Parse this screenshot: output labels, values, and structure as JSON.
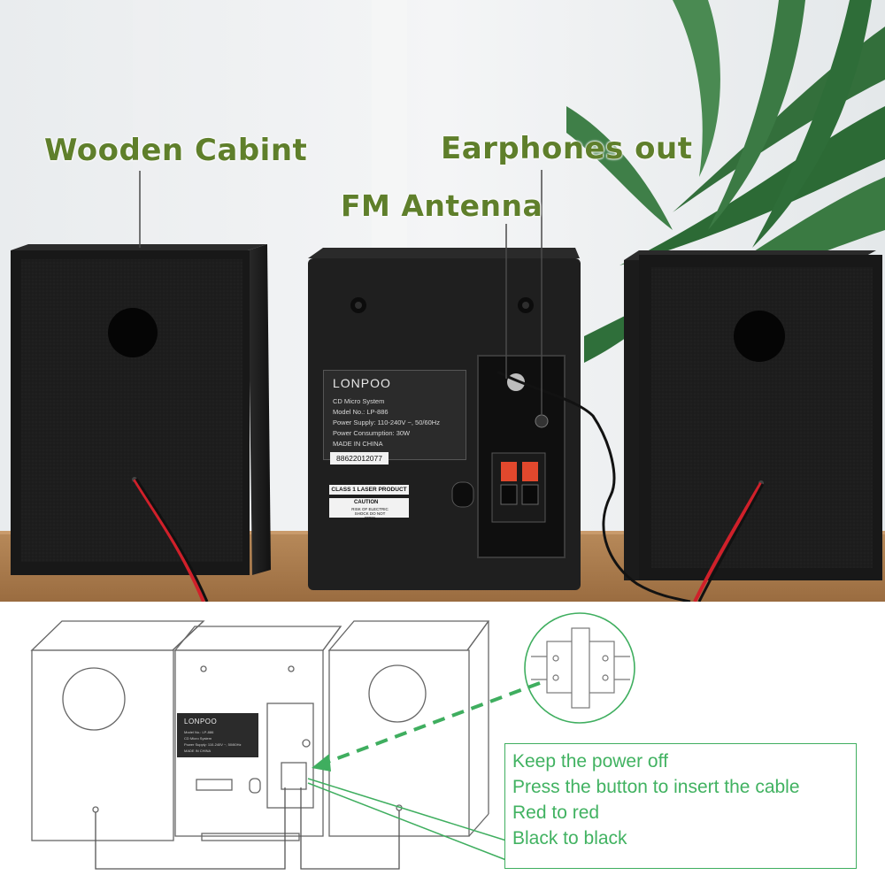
{
  "callouts": {
    "wooden_cabinet": "Wooden Cabint",
    "earphones_out": "Earphones out",
    "fm_antenna": "FM Antenna"
  },
  "rear_label": {
    "brand": "LONPOO",
    "lines": [
      "CD Micro System",
      "Model No.: LP-886",
      "Power Supply: 110-240V ~, 50/60Hz",
      "Power Consumption: 30W",
      "MADE IN CHINA"
    ],
    "serial": "88622012077",
    "laser_notice": "CLASS 1 LASER PRODUCT",
    "caution_title": "CAUTION",
    "caution_text": "RISK OF ELECTRIC SHOCK DO NOT OPEN"
  },
  "diagram_label": {
    "brand": "LONPOO"
  },
  "instructions": [
    "Keep the power off",
    "Press the button to insert the cable",
    "Red to red",
    "Black to black"
  ],
  "colors": {
    "callout_text": "#5f7f2b",
    "instruction_green": "#41b261",
    "speaker_black": "#1c1c1c",
    "wire_red": "#d0202a"
  }
}
